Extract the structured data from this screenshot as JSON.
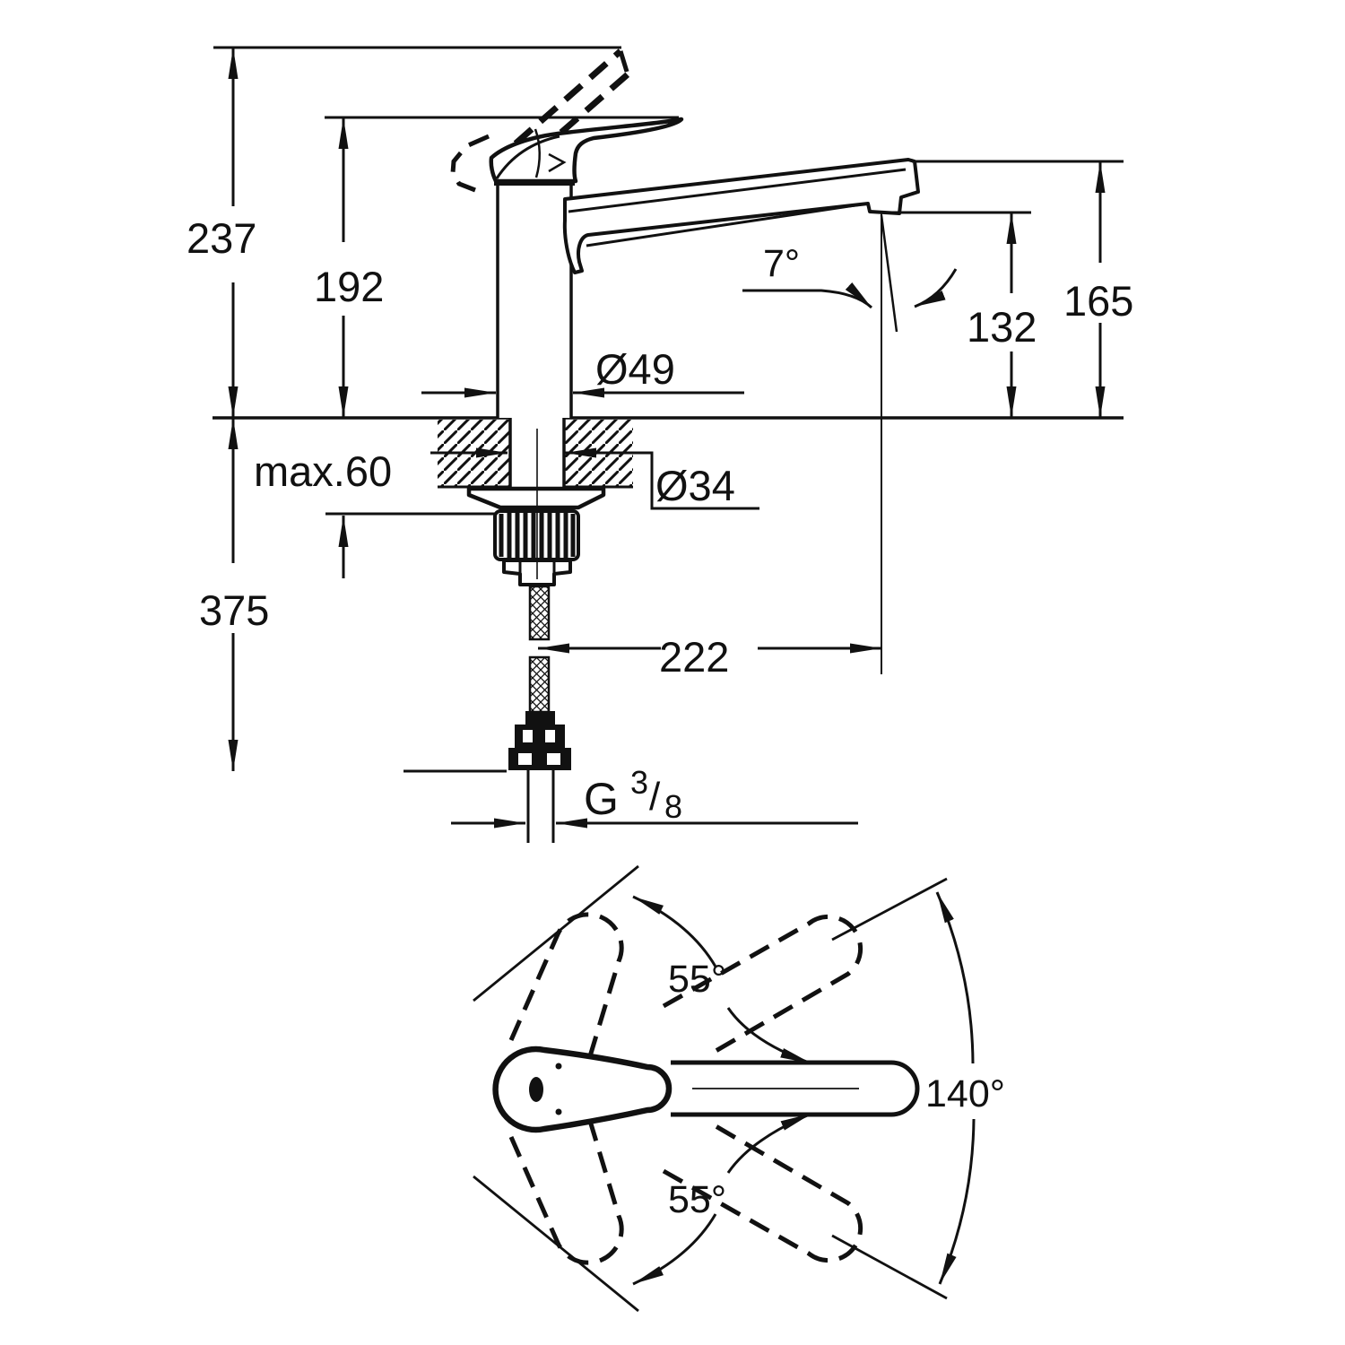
{
  "title": "Single-lever sink mixer dimensional drawing",
  "colors": {
    "ink": "#111111",
    "paper": "#ffffff"
  },
  "side_view": {
    "dim_total_height": "237",
    "dim_body_height": "192",
    "dim_spout_tip_height": "165",
    "dim_outlet_height": "132",
    "dim_below_depth": "375",
    "dim_projection": "222",
    "dim_deck_max": "max.60",
    "dim_base_dia": "Ø49",
    "dim_hole_dia": "Ø34",
    "dim_outlet_angle": "7°",
    "thread": {
      "prefix": "G",
      "sup": "3",
      "slash": "/",
      "sub": "8"
    }
  },
  "top_view": {
    "dim_swivel_upper": "55°",
    "dim_swivel_lower": "55°",
    "dim_swivel_total": "140°"
  }
}
